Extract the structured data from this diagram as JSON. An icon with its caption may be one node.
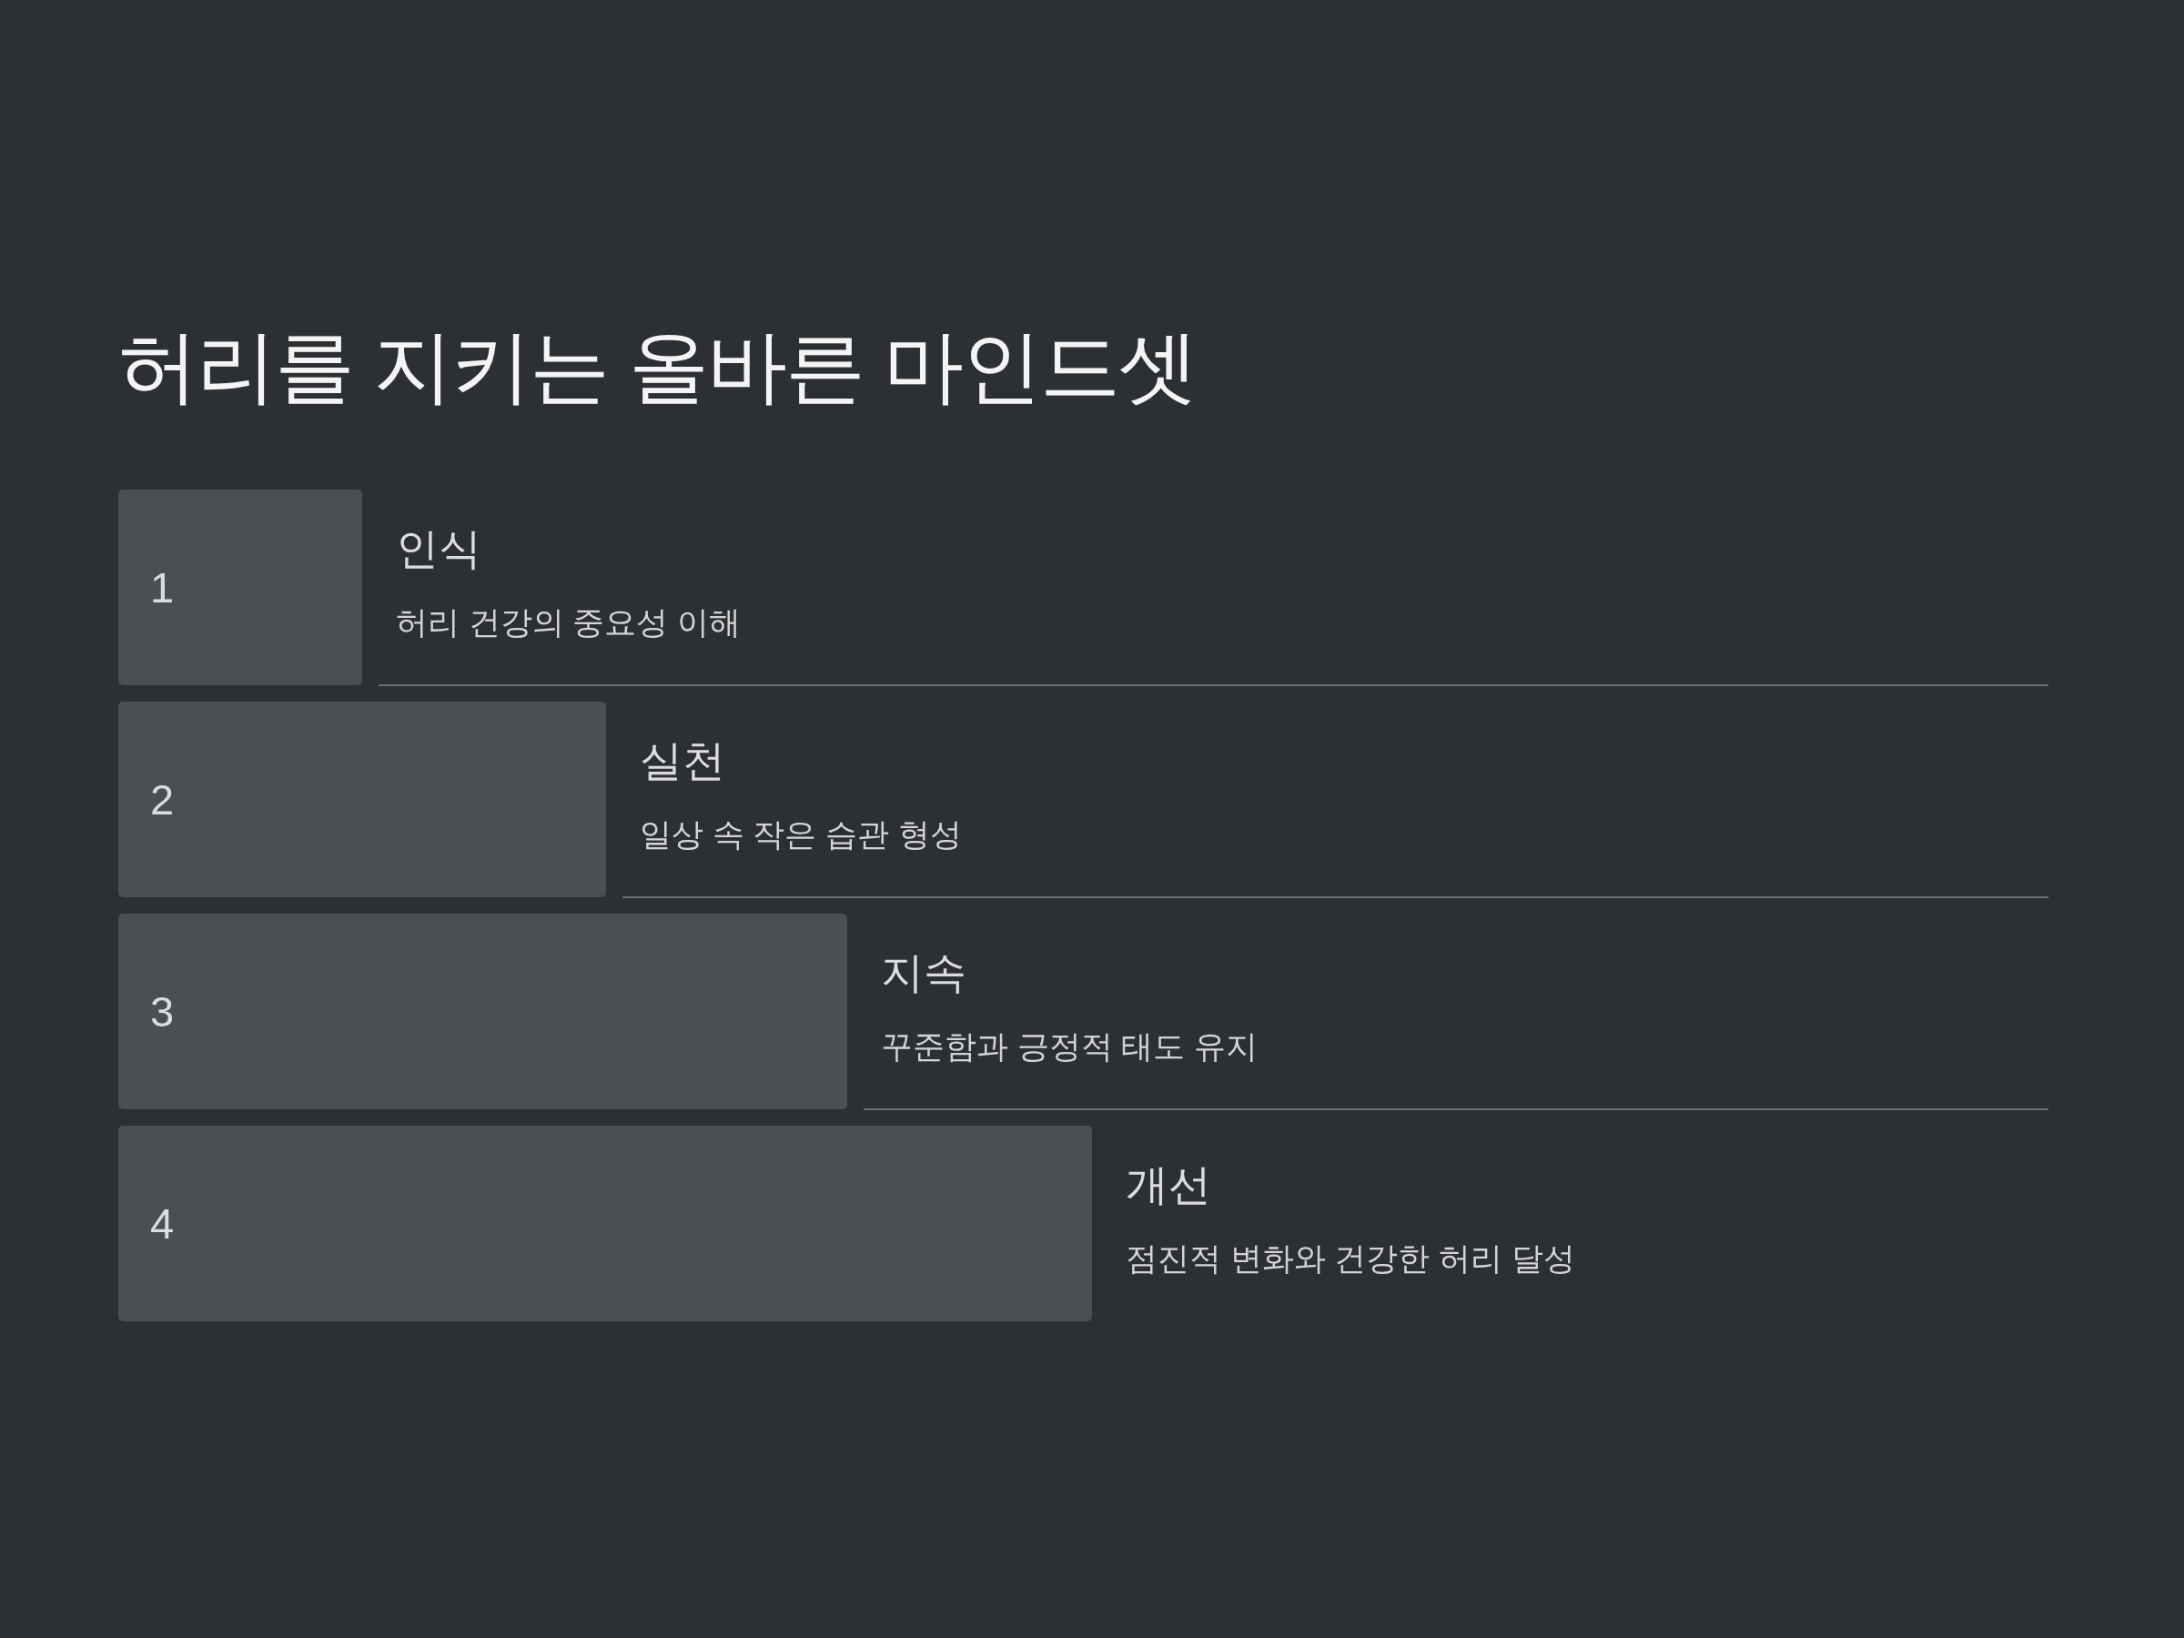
{
  "diagram": {
    "title": "허리를 지키는 올바른 마인드셋",
    "nodes": [
      {
        "text": [
          "1"
        ],
        "beside": [
          "인식",
          "허리 건강의 중요성 이해"
        ]
      },
      {
        "text": [
          "2"
        ],
        "beside": [
          "실천",
          "일상 속 작은 습관 형성"
        ]
      },
      {
        "text": [
          "3"
        ],
        "beside": [
          "지속",
          "꾸준함과 긍정적 태도 유지"
        ]
      },
      {
        "text": [
          "4"
        ],
        "beside": [
          "개선",
          "점진적 변화와 건강한 허리 달성"
        ]
      }
    ]
  }
}
